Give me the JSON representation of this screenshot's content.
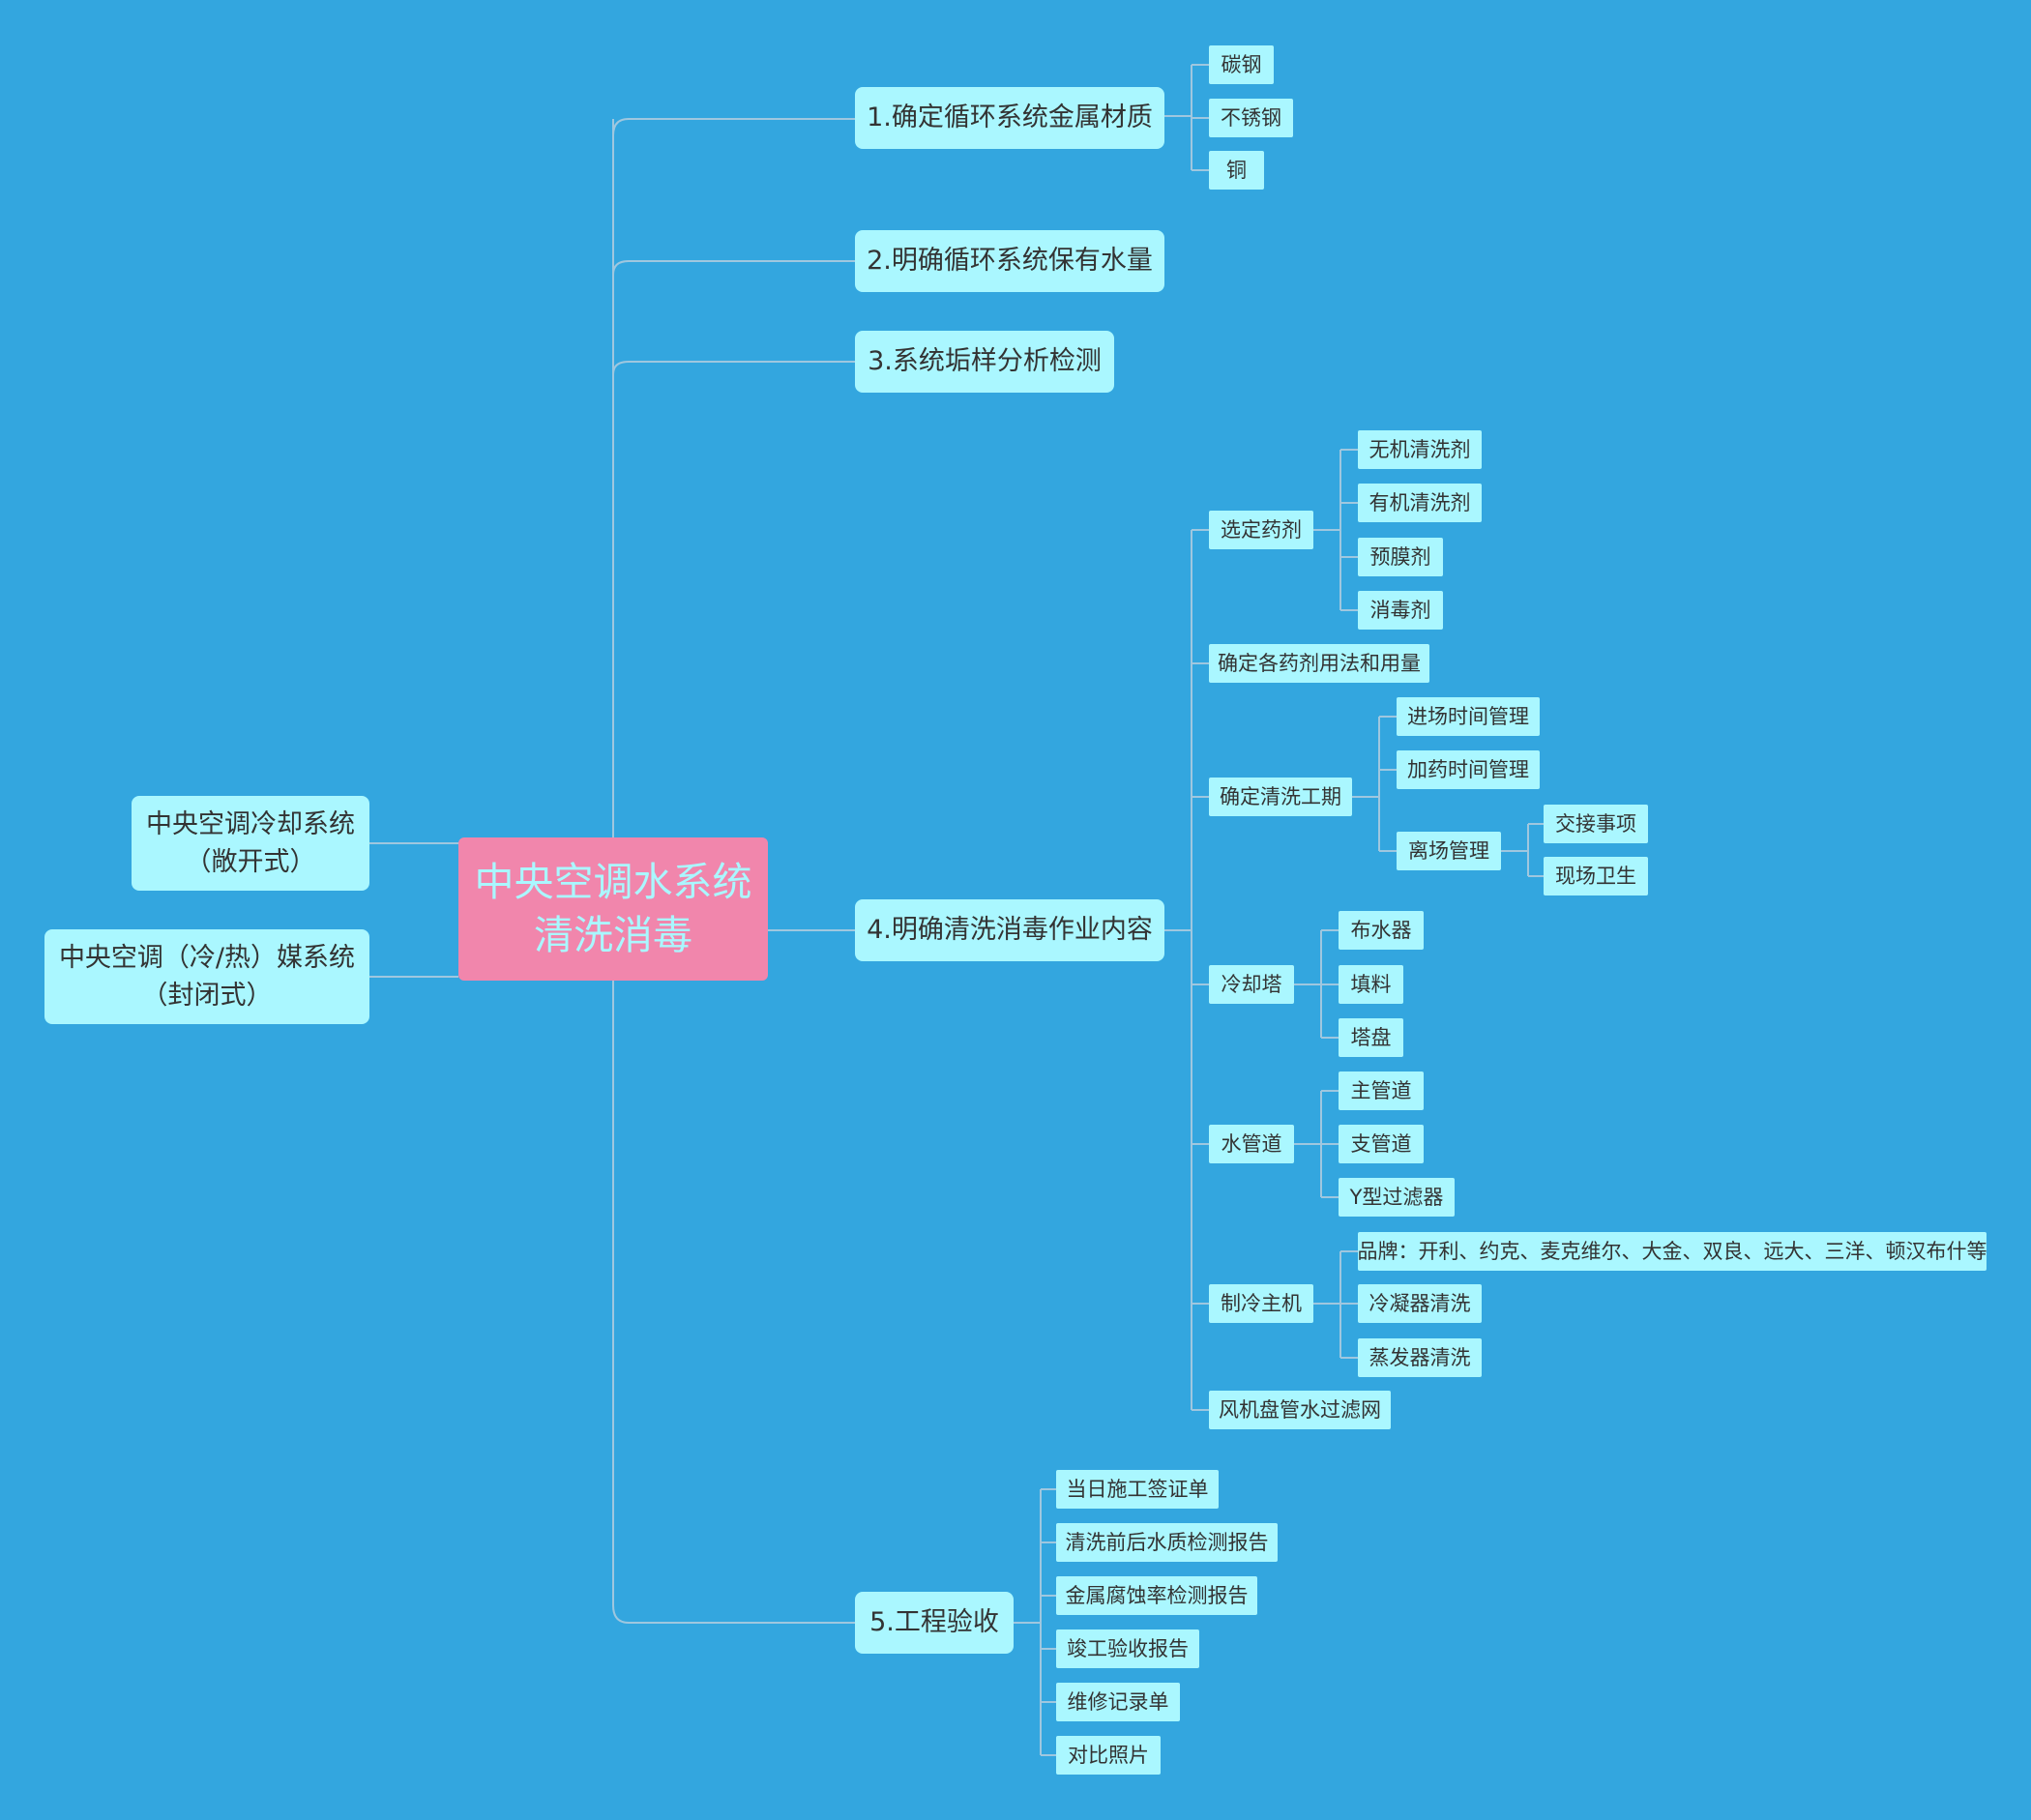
{
  "root": {
    "line1": "中央空调水系统",
    "line2": "清洗消毒"
  },
  "side": [
    {
      "line1": "中央空调冷却系统",
      "line2": "（敞开式）"
    },
    {
      "line1": "中央空调（冷/热）媒系统",
      "line2": "（封闭式）"
    }
  ],
  "branches": [
    {
      "label": "1.确定循环系统金属材质",
      "children": [
        "碳钢",
        "不锈钢",
        "铜"
      ]
    },
    {
      "label": "2.明确循环系统保有水量"
    },
    {
      "label": "3.系统垢样分析检测"
    },
    {
      "label": "4.明确清洗消毒作业内容"
    },
    {
      "label": "5.工程验收",
      "children": [
        "当日施工签证单",
        "清洗前后水质检测报告",
        "金属腐蚀率检测报告",
        "竣工验收报告",
        "维修记录单",
        "对比照片"
      ]
    }
  ],
  "b4": {
    "items": [
      {
        "label": "选定药剂",
        "children": [
          "无机清洗剂",
          "有机清洗剂",
          "预膜剂",
          "消毒剂"
        ]
      },
      {
        "label": "确定各药剂用法和用量"
      },
      {
        "label": "确定清洗工期",
        "children": [
          "进场时间管理",
          "加药时间管理",
          "离场管理"
        ]
      },
      {
        "label": "冷却塔",
        "children": [
          "布水器",
          "填料",
          "塔盘"
        ]
      },
      {
        "label": "水管道",
        "children": [
          "主管道",
          "支管道",
          "Y型过滤器"
        ]
      },
      {
        "label": "制冷主机",
        "children": [
          "品牌：开利、约克、麦克维尔、大金、双良、远大、三洋、顿汉布什等",
          "冷凝器清洗",
          "蒸发器清洗"
        ]
      },
      {
        "label": "风机盘管水过滤网"
      }
    ],
    "departure_children": [
      "交接事项",
      "现场卫生"
    ]
  }
}
